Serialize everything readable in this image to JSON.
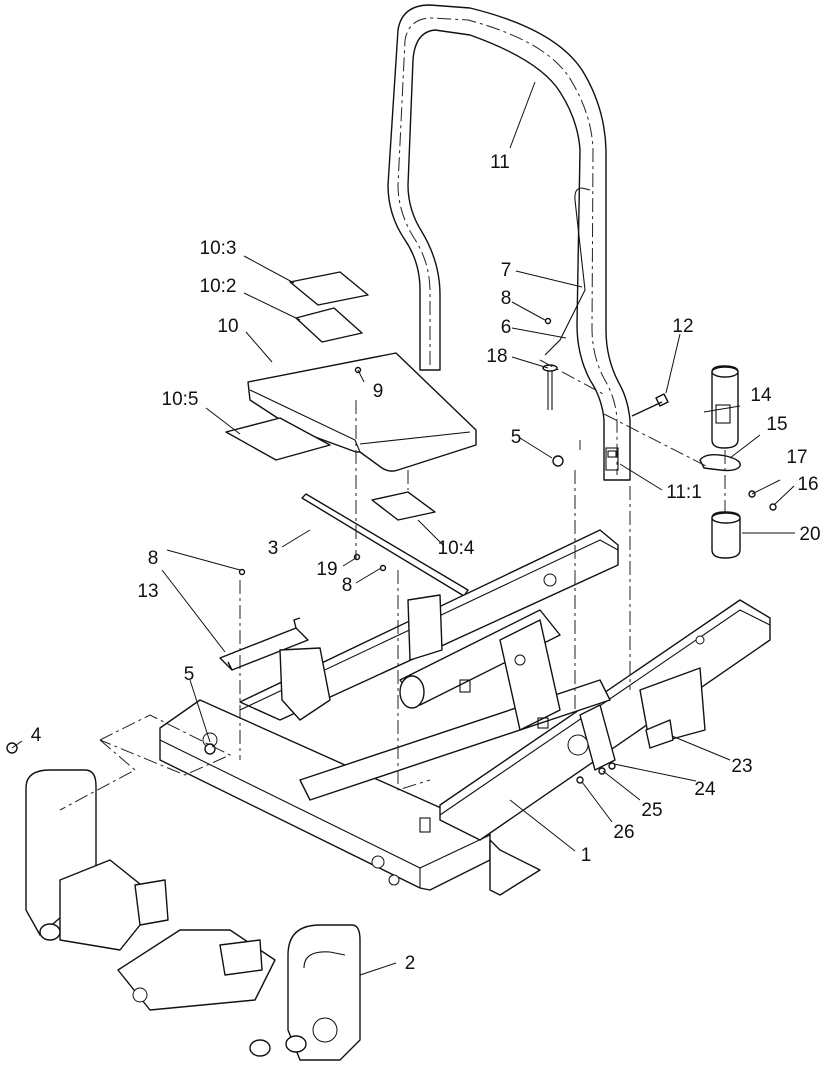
{
  "callouts": [
    {
      "id": "c-11",
      "text": "11"
    },
    {
      "id": "c-10-3",
      "text": "10:3"
    },
    {
      "id": "c-10-2",
      "text": "10:2"
    },
    {
      "id": "c-10",
      "text": "10"
    },
    {
      "id": "c-10-5",
      "text": "10:5"
    },
    {
      "id": "c-9",
      "text": "9"
    },
    {
      "id": "c-7",
      "text": "7"
    },
    {
      "id": "c-8a",
      "text": "8"
    },
    {
      "id": "c-6",
      "text": "6"
    },
    {
      "id": "c-18",
      "text": "18"
    },
    {
      "id": "c-12",
      "text": "12"
    },
    {
      "id": "c-14",
      "text": "14"
    },
    {
      "id": "c-15",
      "text": "15"
    },
    {
      "id": "c-17",
      "text": "17"
    },
    {
      "id": "c-16",
      "text": "16"
    },
    {
      "id": "c-20",
      "text": "20"
    },
    {
      "id": "c-5a",
      "text": "5"
    },
    {
      "id": "c-11-1",
      "text": "11:1"
    },
    {
      "id": "c-3",
      "text": "3"
    },
    {
      "id": "c-10-4",
      "text": "10:4"
    },
    {
      "id": "c-19",
      "text": "19"
    },
    {
      "id": "c-8b",
      "text": "8"
    },
    {
      "id": "c-8c",
      "text": "8"
    },
    {
      "id": "c-13",
      "text": "13"
    },
    {
      "id": "c-5b",
      "text": "5"
    },
    {
      "id": "c-4",
      "text": "4"
    },
    {
      "id": "c-23",
      "text": "23"
    },
    {
      "id": "c-24",
      "text": "24"
    },
    {
      "id": "c-25",
      "text": "25"
    },
    {
      "id": "c-26",
      "text": "26"
    },
    {
      "id": "c-1",
      "text": "1"
    },
    {
      "id": "c-2",
      "text": "2"
    }
  ]
}
